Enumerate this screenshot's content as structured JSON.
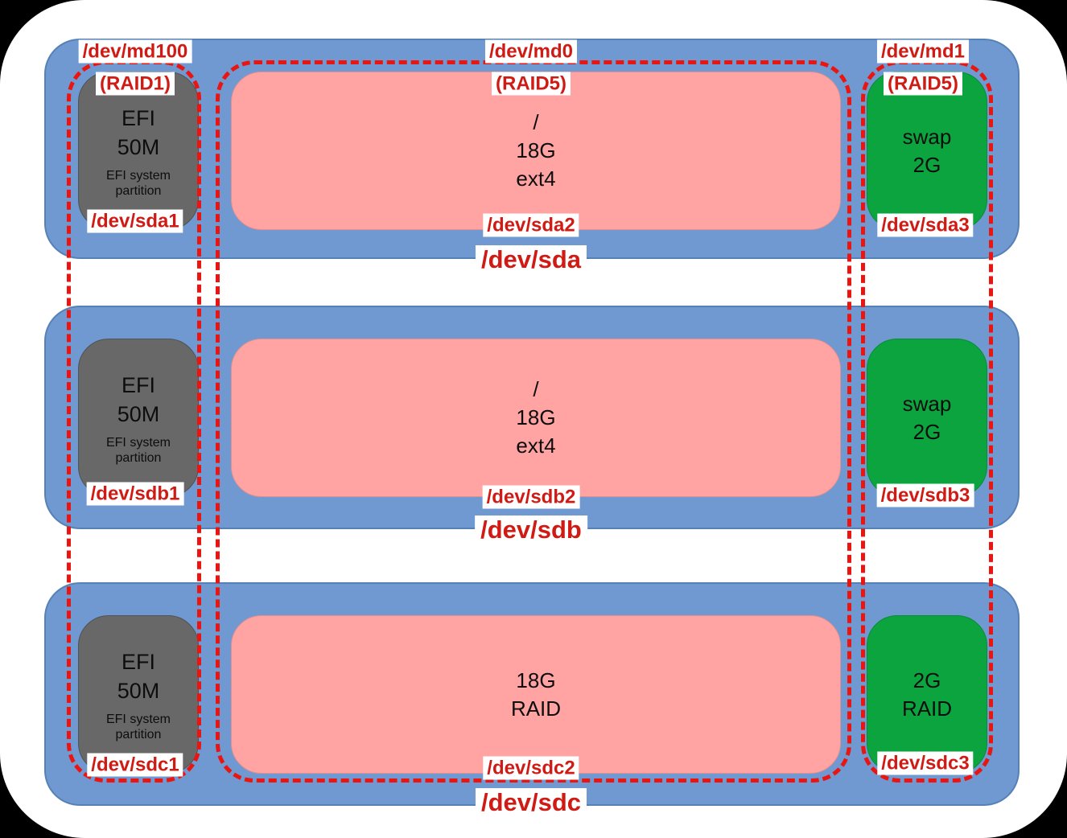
{
  "colors": {
    "page_background": "#000000",
    "canvas_background": "#ffffff",
    "disk_fill": "#6f99d0",
    "efi_fill": "#686868",
    "root_fill": "#ffa3a3",
    "swap_fill": "#0ca43e",
    "raid_dash_red": "#ea1410",
    "label_text_red": "#d01b15",
    "label_background": "#ffffff",
    "partition_text": "#0d0d0d"
  },
  "raid_overlays": [
    {
      "label": "/dev/md100",
      "type": "(RAID1)"
    },
    {
      "label": "/dev/md0",
      "type": "(RAID5)"
    },
    {
      "label": "/dev/md1",
      "type": "(RAID5)"
    }
  ],
  "disks": [
    {
      "label": "/dev/sda",
      "partitions": [
        {
          "label": "/dev/sda1",
          "lines": [
            "EFI",
            "50M"
          ],
          "sublines": [
            "EFI system",
            "partition"
          ]
        },
        {
          "label": "/dev/sda2",
          "lines": [
            "/",
            "18G",
            "ext4"
          ]
        },
        {
          "label": "/dev/sda3",
          "lines": [
            "swap",
            "2G"
          ]
        }
      ]
    },
    {
      "label": "/dev/sdb",
      "partitions": [
        {
          "label": "/dev/sdb1",
          "lines": [
            "EFI",
            "50M"
          ],
          "sublines": [
            "EFI system",
            "partition"
          ]
        },
        {
          "label": "/dev/sdb2",
          "lines": [
            "/",
            "18G",
            "ext4"
          ]
        },
        {
          "label": "/dev/sdb3",
          "lines": [
            "swap",
            "2G"
          ]
        }
      ]
    },
    {
      "label": "/dev/sdc",
      "partitions": [
        {
          "label": "/dev/sdc1",
          "lines": [
            "EFI",
            "50M"
          ],
          "sublines": [
            "EFI system",
            "partition"
          ]
        },
        {
          "label": "/dev/sdc2",
          "lines": [
            "18G",
            "RAID"
          ]
        },
        {
          "label": "/dev/sdc3",
          "lines": [
            "2G",
            "RAID"
          ]
        }
      ]
    }
  ]
}
